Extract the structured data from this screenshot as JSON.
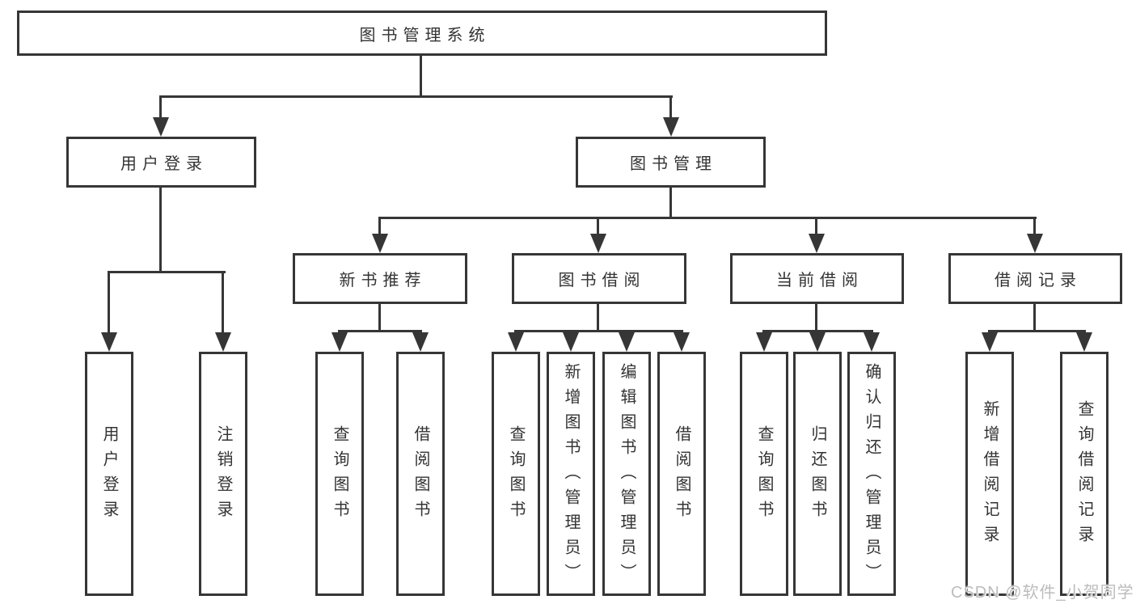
{
  "nodes": {
    "root": "图书管理系统",
    "user_login": "用户登录",
    "book_mgmt": "图书管理",
    "new_books": "新书推荐",
    "borrowing": "图书借阅",
    "current": "当前借阅",
    "records": "借阅记录",
    "leaves": {
      "user_login": [
        "用户登录",
        "注销登录"
      ],
      "new_books": [
        "查询图书",
        "借阅图书"
      ],
      "borrowing": [
        "查询图书",
        "新增图书（管理员）",
        "编辑图书（管理员）",
        "借阅图书"
      ],
      "current": [
        "查询图书",
        "归还图书",
        "确认归还（管理员）"
      ],
      "records": [
        "新增借阅记录",
        "查询借阅记录"
      ]
    }
  },
  "watermark": "CSDN @软件_小贺同学",
  "colors": {
    "line": "#363636",
    "text": "#333333",
    "background": "#ffffff",
    "watermark": "#bcbcbc"
  }
}
